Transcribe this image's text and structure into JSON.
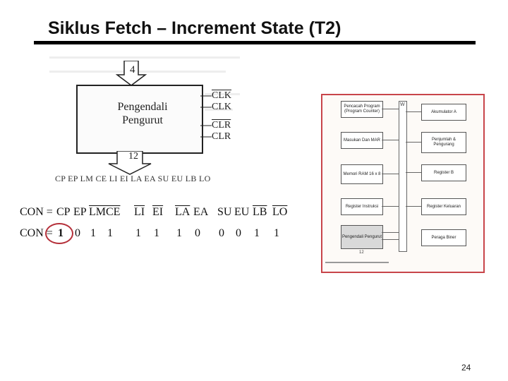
{
  "slide": {
    "title": "Siklus Fetch – Increment State (T2)",
    "page_number": "24"
  },
  "left_figure": {
    "top_input": "4",
    "controller_label_line1": "Pengendali",
    "controller_label_line2": "Pengurut",
    "signals": [
      "CLK",
      "CLK",
      "CLR",
      "CLR"
    ],
    "bottom_output": "12",
    "control_word": "CP EP LM CE   LI EI LA EA   SU EU LB LO"
  },
  "con_rows": {
    "row1": {
      "prefix": "CON =",
      "bits": [
        "CP",
        "EP",
        "LM",
        "CE",
        "LI",
        "EI",
        "LA",
        "EA",
        "SU",
        "EU",
        "LB",
        "LO"
      ]
    },
    "row2": {
      "prefix": "CON =",
      "values": [
        "1",
        "0",
        "1",
        "1",
        "1",
        "1",
        "1",
        "0",
        "0",
        "0",
        "1",
        "1"
      ]
    }
  },
  "right_diagram": {
    "blocks": {
      "pc": "Pencacah Program (Program Counter)",
      "acc": "Akumulator A",
      "mar": "Masukan Dan MAR",
      "adder": "Penjumlah & Pengurang",
      "ram": "Memori RAM 16 x 8",
      "regb": "Register B",
      "ir": "Register Instruksi",
      "out": "Register Keluaran",
      "ctrl": "Pengendali Pengurut",
      "disp": "Peraga Biner"
    },
    "bus_label": "W",
    "bottom_label": "12"
  },
  "colors": {
    "accent_red": "#c8454a",
    "highlight": "#b5303a"
  }
}
